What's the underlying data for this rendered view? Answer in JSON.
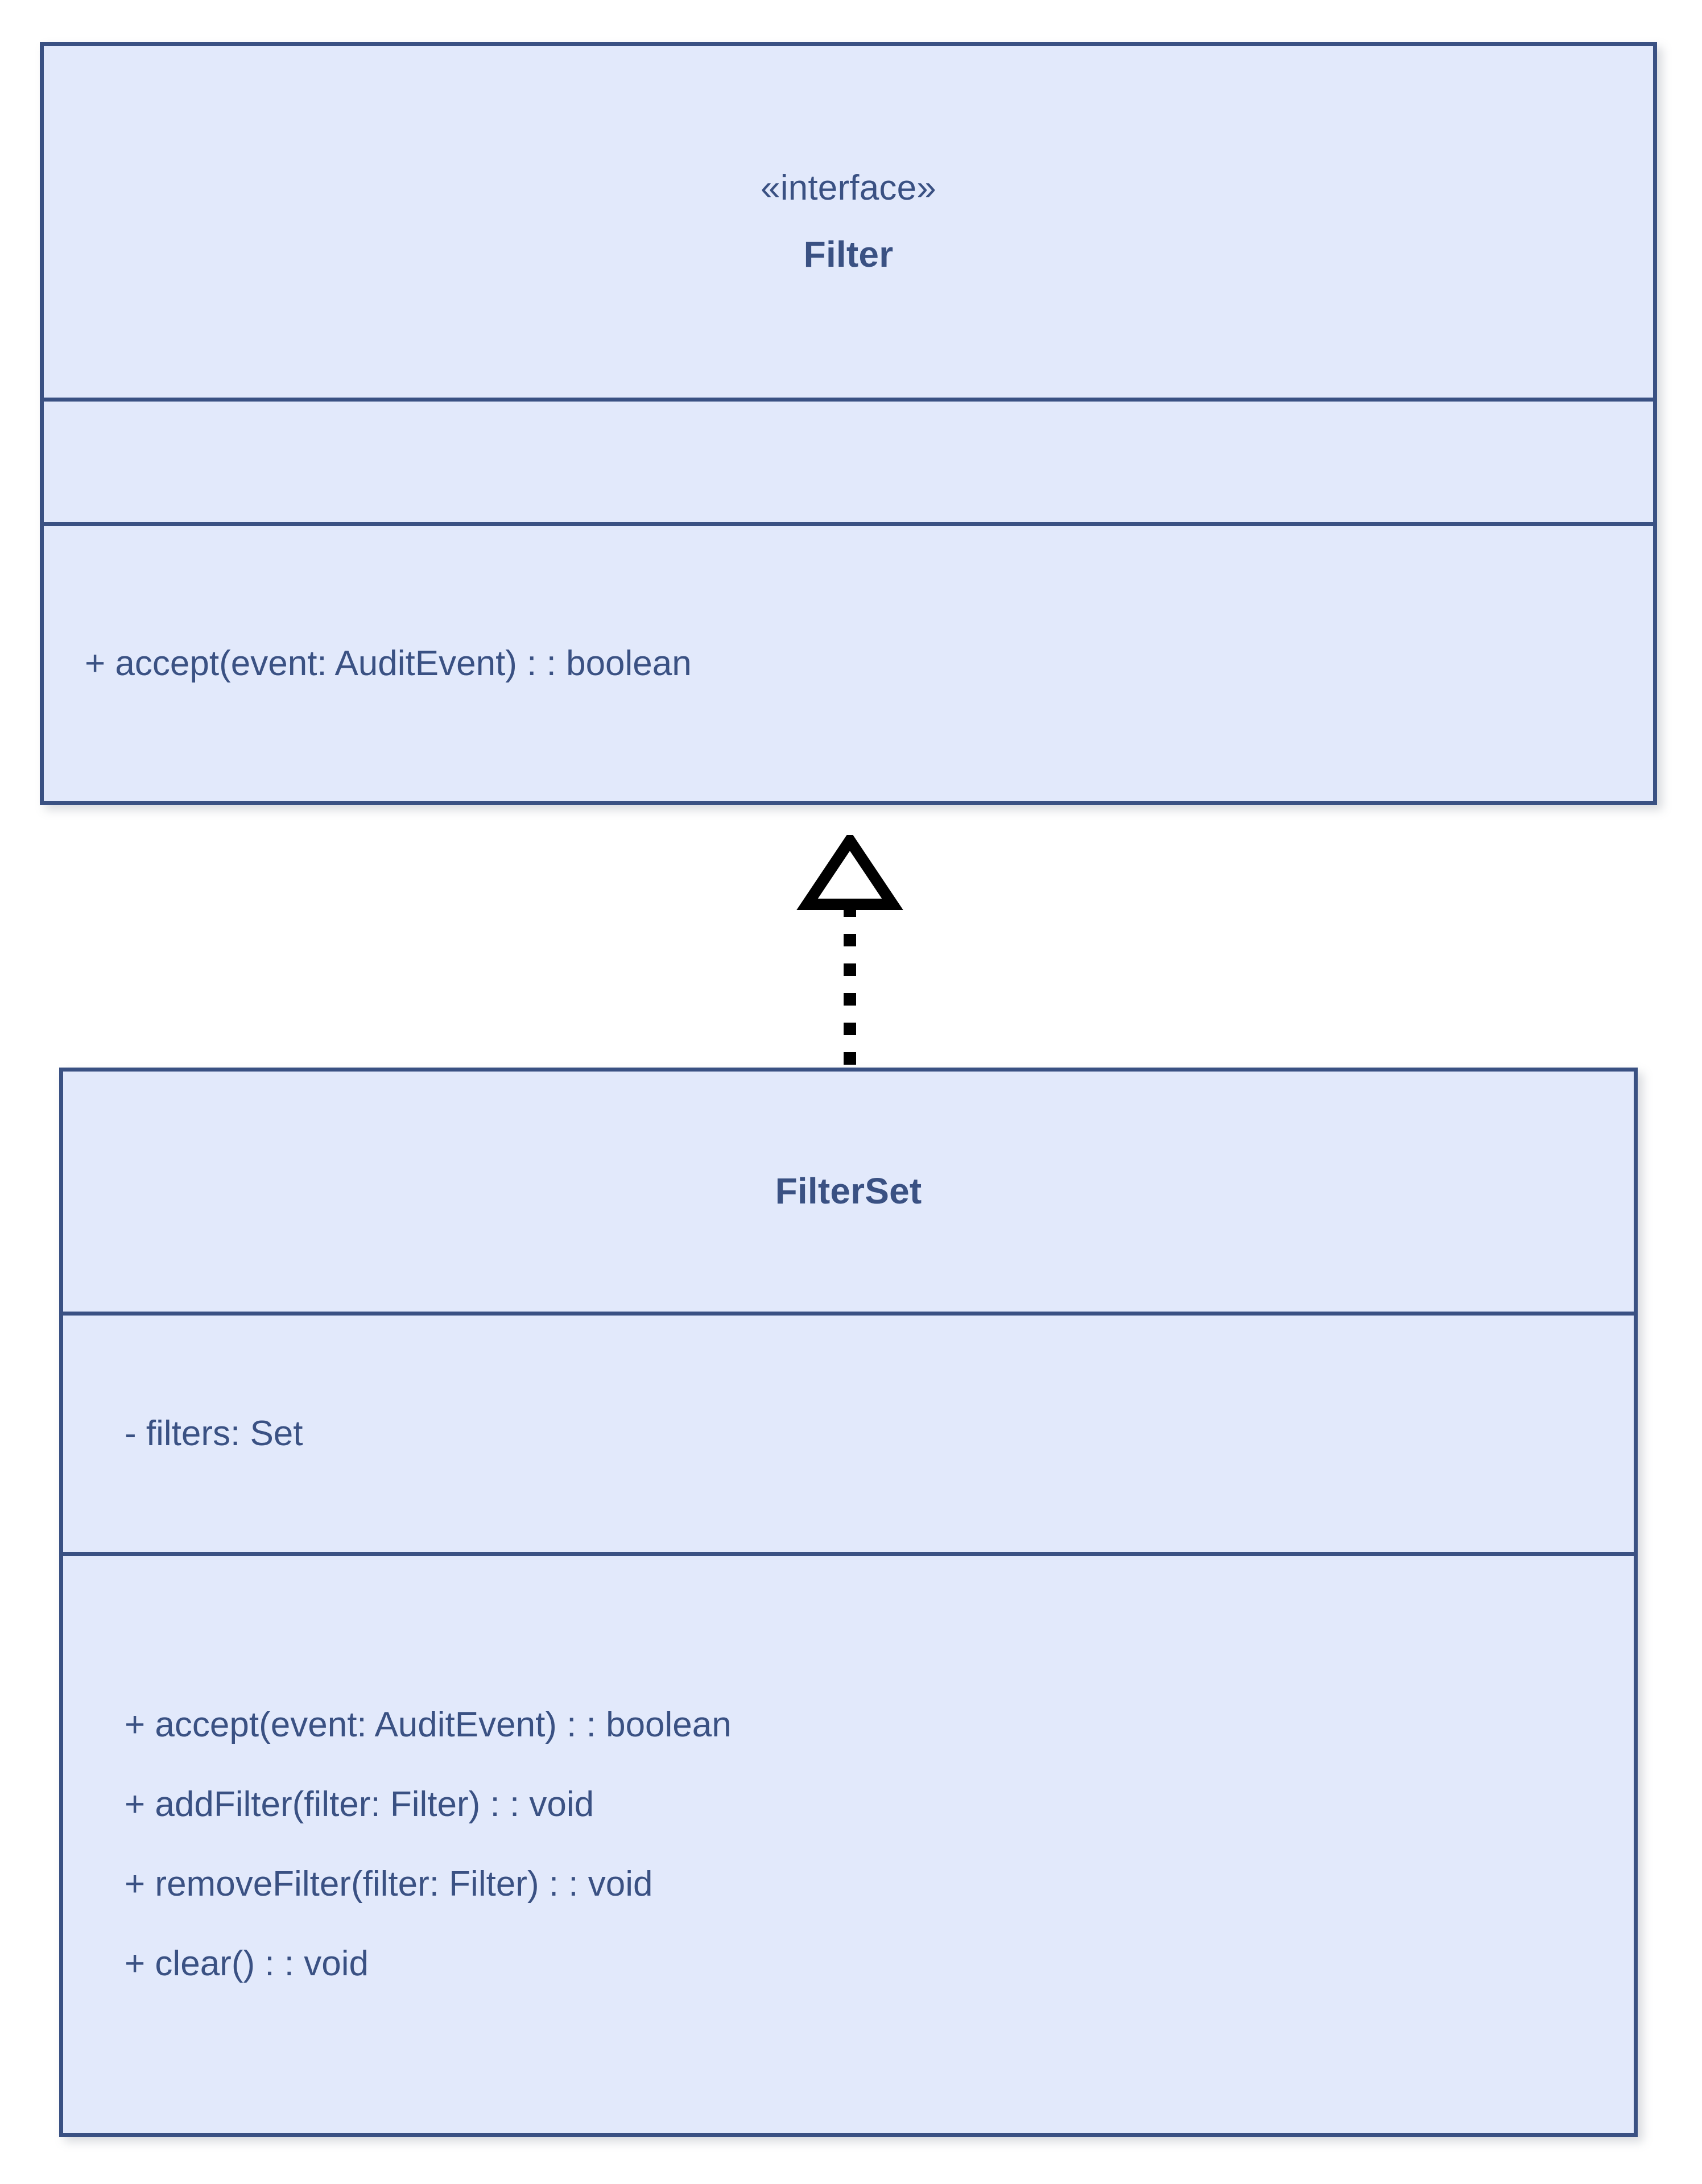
{
  "diagram": {
    "type": "uml-class-diagram",
    "background_color": "#ffffff",
    "box_fill_color": "#e2e9fb",
    "box_border_color": "#3a5183",
    "text_color": "#3a5183",
    "connector_color": "#000000"
  },
  "classes": [
    {
      "id": "filter",
      "stereotype": "«interface»",
      "name": "Filter",
      "attributes": [],
      "operations": [
        "+ accept(event: AuditEvent) : : boolean"
      ]
    },
    {
      "id": "filterset",
      "stereotype": "",
      "name": "FilterSet",
      "attributes": [
        "- filters: Set"
      ],
      "operations": [
        "+ accept(event: AuditEvent) : : boolean",
        "+ addFilter(filter: Filter) : : void",
        "+ removeFilter(filter: Filter) : : void",
        "+ clear() : : void"
      ]
    }
  ],
  "relationships": [
    {
      "kind": "realization",
      "icon": "hollow-triangle-dashed-arrow",
      "from": "filterset",
      "to": "filter",
      "line_style": "dotted",
      "arrowhead": "hollow-triangle"
    }
  ]
}
